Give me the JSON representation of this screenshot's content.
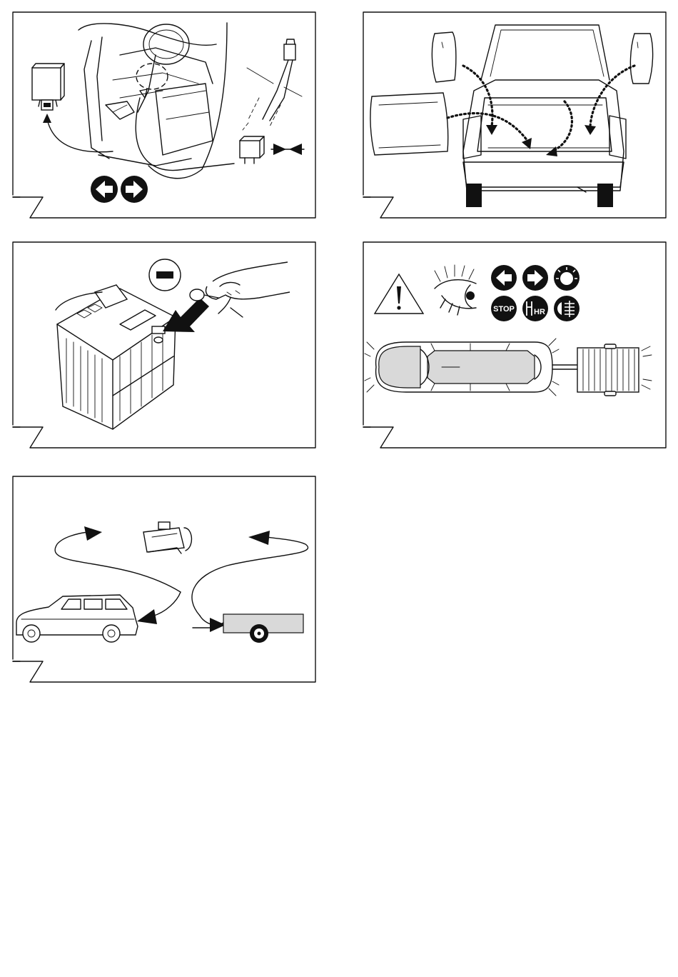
{
  "page": {
    "background": "#ffffff",
    "line_color": "#111111",
    "fill_gray": "#d9d9d9"
  },
  "panels": [
    {
      "id": "p1",
      "icons": [
        "control-module-icon",
        "relay-icon",
        "connector-plug-icon",
        "press-together-icon",
        "turn-left-arrow-icon",
        "turn-right-arrow-icon"
      ]
    },
    {
      "id": "p2",
      "icons": [
        "trim-panel-icon",
        "cargo-mat-icon",
        "tailgate-icon"
      ]
    },
    {
      "id": "p3",
      "icons": [
        "battery-icon",
        "minus-symbol-icon",
        "pointer-arrow-icon",
        "hand-icon"
      ]
    },
    {
      "id": "p4",
      "symbols": {
        "stop_label": "STOP",
        "hr_label": "HR"
      },
      "icons": [
        "warning-triangle-icon",
        "eye-icon",
        "left-indicator-icon",
        "right-indicator-icon",
        "light-icon",
        "stop-icon",
        "hr-icon",
        "fog-light-icon",
        "car-top-view-icon",
        "trailer-top-view-icon"
      ]
    },
    {
      "id": "p5",
      "icons": [
        "car-side-icon",
        "trailer-side-icon",
        "socket-icon",
        "curved-arrow-icon"
      ]
    }
  ]
}
